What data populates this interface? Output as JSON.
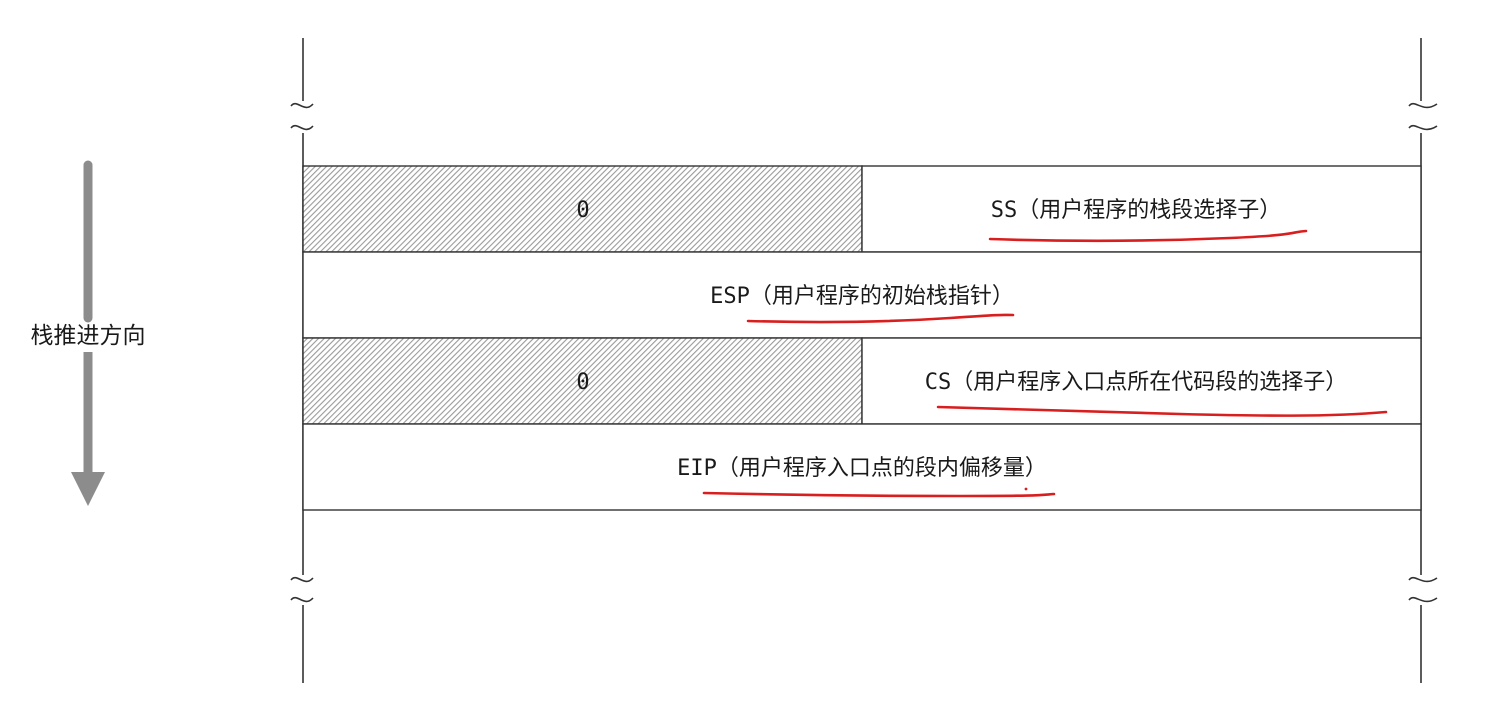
{
  "direction": {
    "label": "栈推进方向",
    "arrow_color": "#8c8c8c"
  },
  "stack": {
    "rows": [
      {
        "left": "0",
        "right": "SS（用户程序的栈段选择子）"
      },
      {
        "full": "ESP（用户程序的初始栈指针）"
      },
      {
        "left": "0",
        "right": "CS（用户程序入口点所在代码段的选择子）"
      },
      {
        "full": "EIP（用户程序入口点的段内偏移量）"
      }
    ],
    "hatch_color": "#9a9a9a",
    "line_color": "#333333"
  },
  "annotations": {
    "underline_color": "#d81e1e"
  }
}
